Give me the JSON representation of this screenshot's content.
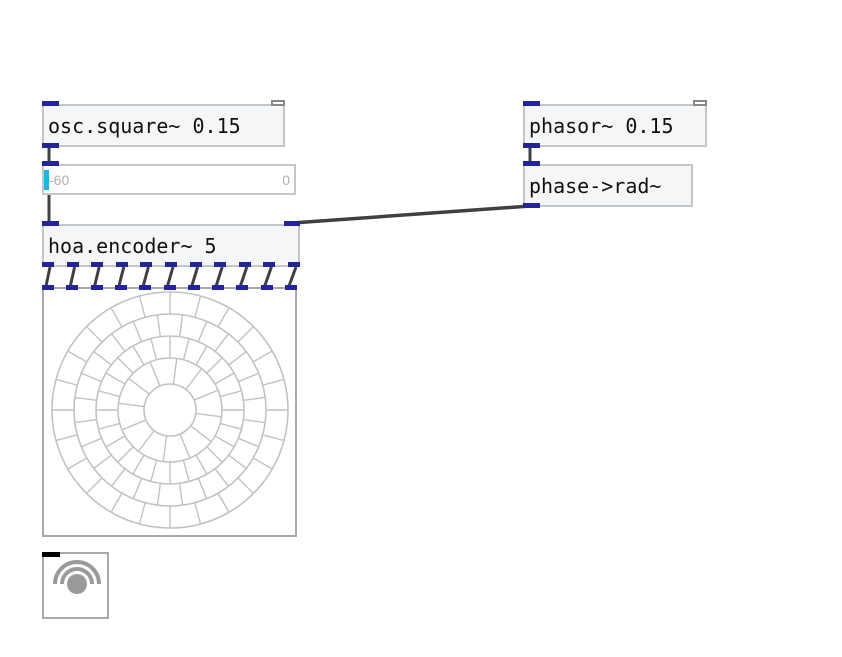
{
  "patch": {
    "objects": {
      "osc": {
        "label": "osc.square~ 0.15"
      },
      "phasor": {
        "label": "phasor~ 0.15"
      },
      "phase2rad": {
        "label": "phase->rad~"
      },
      "encoder": {
        "label": "hoa.encoder~ 5",
        "outlet_count": 11
      }
    },
    "slider": {
      "min_label": "-60",
      "max_label": "0"
    },
    "scope": {
      "rings": 5,
      "spokes": 24
    },
    "dsp": {
      "icon": "speaker-icon"
    }
  },
  "colors": {
    "port": "#24249a",
    "cable": "#404040",
    "box_border": "#c3c7ca",
    "box_fill": "#f4f6f8",
    "scope_line": "#c2c2c2",
    "meter_accent": "#1fb4e6"
  }
}
